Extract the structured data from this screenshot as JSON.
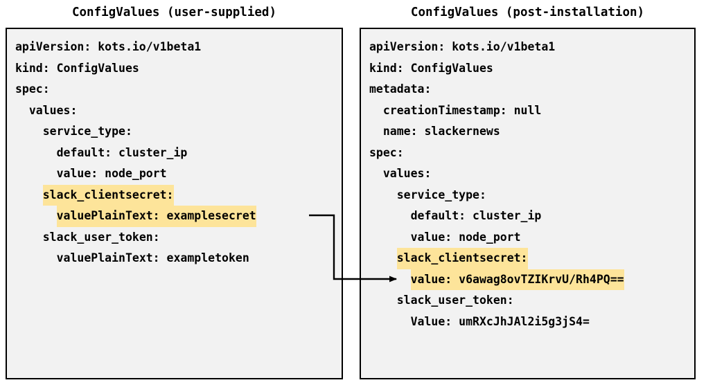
{
  "panels": [
    {
      "title": "ConfigValues (user-supplied)",
      "name": "config-values-user-supplied",
      "lines": [
        {
          "text": "apiVersion: kots.io/v1beta1",
          "highlight": false
        },
        {
          "text": "kind: ConfigValues",
          "highlight": false
        },
        {
          "text": "spec:",
          "highlight": false
        },
        {
          "text": "  values:",
          "highlight": false
        },
        {
          "text": "    service_type:",
          "highlight": false
        },
        {
          "text": "      default: cluster_ip",
          "highlight": false
        },
        {
          "text": "      value: node_port",
          "highlight": false
        },
        {
          "text": "    slack_clientsecret:",
          "highlight": true
        },
        {
          "text": "      valuePlainText: examplesecret",
          "highlight": true
        },
        {
          "text": "    slack_user_token:",
          "highlight": false
        },
        {
          "text": "      valuePlainText: exampletoken",
          "highlight": false
        }
      ]
    },
    {
      "title": "ConfigValues (post-installation)",
      "name": "config-values-post-installation",
      "lines": [
        {
          "text": "apiVersion: kots.io/v1beta1",
          "highlight": false
        },
        {
          "text": "kind: ConfigValues",
          "highlight": false
        },
        {
          "text": "metadata:",
          "highlight": false
        },
        {
          "text": "  creationTimestamp: null",
          "highlight": false
        },
        {
          "text": "  name: slackernews",
          "highlight": false
        },
        {
          "text": "spec:",
          "highlight": false
        },
        {
          "text": "  values:",
          "highlight": false
        },
        {
          "text": "    service_type:",
          "highlight": false
        },
        {
          "text": "      default: cluster_ip",
          "highlight": false
        },
        {
          "text": "      value: node_port",
          "highlight": false
        },
        {
          "text": "    slack_clientsecret:",
          "highlight": true
        },
        {
          "text": "      value: v6awag8ovTZIKrvU/Rh4PQ==",
          "highlight": true
        },
        {
          "text": "    slack_user_token:",
          "highlight": false
        },
        {
          "text": "      Value: umRXcJhJAl2i5g3jS4=",
          "highlight": false
        }
      ]
    }
  ],
  "connector": {
    "name": "encryption-flow-arrow",
    "from_line_index": 8,
    "to_line_index": 11
  },
  "colors": {
    "highlight": "#fde49a",
    "box_background": "#f2f2f2",
    "box_border": "#000000",
    "text": "#000000",
    "page_background": "#ffffff"
  }
}
